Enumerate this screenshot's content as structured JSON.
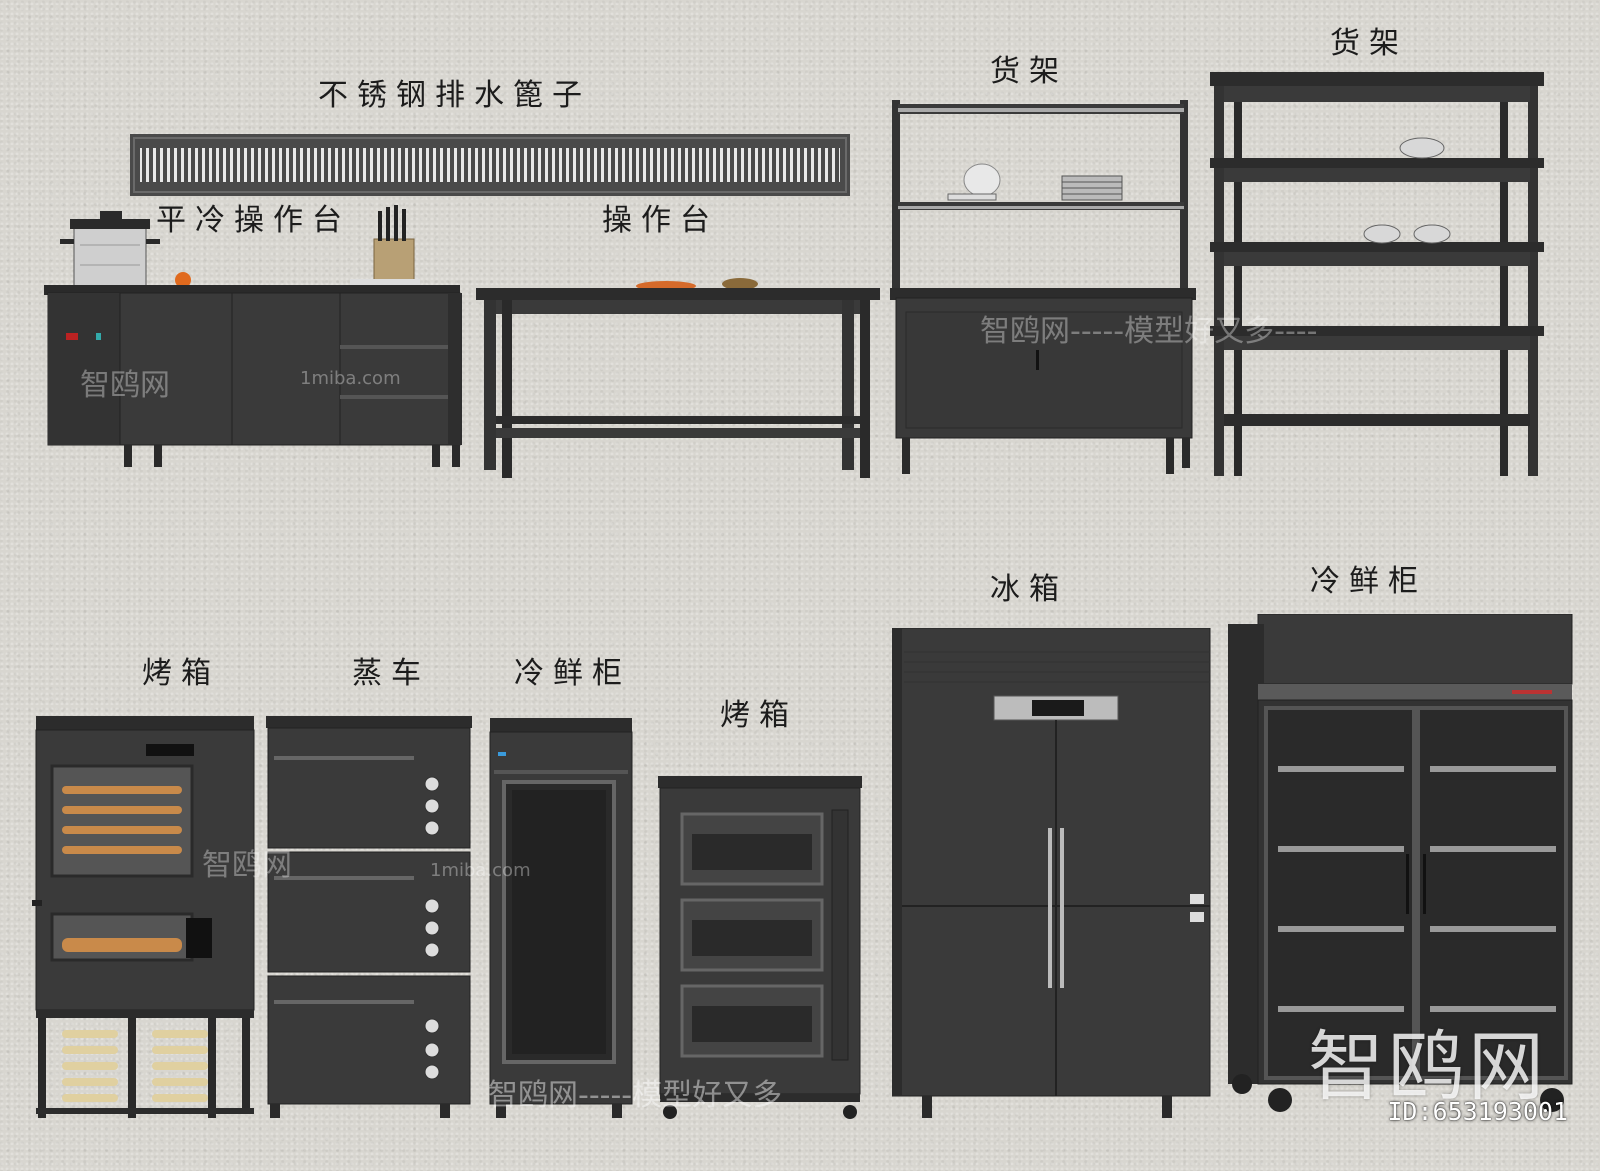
{
  "labels": {
    "drain": "不锈钢排水篦子",
    "flat_cold_table": "平冷操作台",
    "work_table": "操作台",
    "shelf_1": "货架",
    "shelf_2": "货架",
    "oven_1": "烤箱",
    "steamer": "蒸车",
    "fresh_cabinet_1": "冷鲜柜",
    "oven_2": "烤箱",
    "fridge": "冰箱",
    "fresh_cabinet_2": "冷鲜柜"
  },
  "watermark": {
    "brand": "智鸥网",
    "slogan": "智鸥网-----模型好又多----",
    "slogan_2": "智鸥网-----模型好又多",
    "site": "1miba.com",
    "big": "智鸥网",
    "id": "ID:653193001"
  },
  "colors": {
    "background": "#d8d6d0",
    "equipment": "#3a3a3a",
    "equipment_dark": "#262626",
    "label_text": "#1c1c1c"
  }
}
